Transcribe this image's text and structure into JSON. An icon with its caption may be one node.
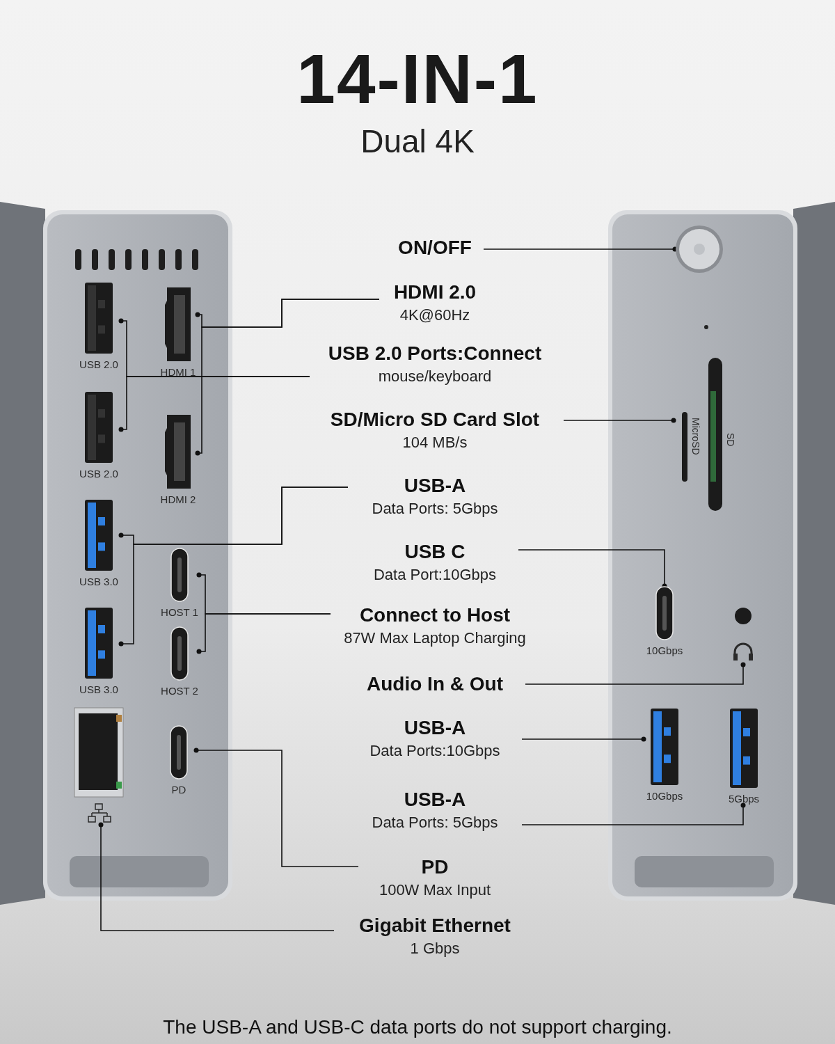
{
  "diagram": {
    "title": "14-IN-1",
    "caption": "The USB-A and USB-C data ports do not support charging.",
    "nodes": [
      {
        "text": [
          "ON/OFF"
        ]
      },
      {
        "text": [
          "HDMI 2.0",
          "4K@60Hz"
        ]
      },
      {
        "text": [
          "USB 2.0 Ports:Connect",
          "mouse/keyboard"
        ]
      },
      {
        "text": [
          "SD/Micro SD Card Slot",
          "104 MB/s"
        ]
      },
      {
        "text": [
          "USB-A",
          "Data Ports: 5Gbps"
        ]
      },
      {
        "text": [
          "USB C",
          "Data Port:10Gbps"
        ]
      },
      {
        "text": [
          "Connect to Host",
          "87W Max Laptop Charging"
        ]
      },
      {
        "text": [
          "Audio In & Out"
        ]
      },
      {
        "text": [
          "USB-A",
          "Data Ports:10Gbps"
        ]
      },
      {
        "text": [
          "USB-A",
          "Data Ports: 5Gbps"
        ]
      },
      {
        "text": [
          "PD",
          "100W Max Input"
        ]
      },
      {
        "text": [
          "Gigabit Ethernet",
          "1 Gbps"
        ]
      },
      {
        "text": [
          "USB 2.0"
        ]
      },
      {
        "text": [
          "HDMI 1"
        ]
      },
      {
        "text": [
          "USB 2.0"
        ]
      },
      {
        "text": [
          "HDMI 2"
        ]
      },
      {
        "text": [
          "USB 3.0"
        ]
      },
      {
        "text": [
          "HOST 1"
        ]
      },
      {
        "text": [
          "USB 3.0"
        ]
      },
      {
        "text": [
          "HOST 2"
        ]
      },
      {
        "text": [],
        "shape": "picture"
      },
      {
        "text": [
          "PD"
        ]
      },
      {
        "text": [],
        "shape": "circle"
      },
      {
        "text": [
          "MicroSD",
          "SD"
        ]
      },
      {
        "text": [
          "10Gbps"
        ]
      },
      {
        "text": [],
        "shape": "picture"
      },
      {
        "text": [
          "10Gbps"
        ]
      },
      {
        "text": [
          "5Gbps"
        ]
      }
    ],
    "edges": [
      {
        "from": 0,
        "to": 22,
        "arrow": "other"
      },
      {
        "from": 1,
        "to": 13,
        "arrow": "other"
      },
      {
        "from": 1,
        "to": 15,
        "arrow": "other"
      },
      {
        "from": 2,
        "to": 12,
        "arrow": "other"
      },
      {
        "from": 2,
        "to": 14,
        "arrow": "other"
      },
      {
        "from": 3,
        "to": 23,
        "arrow": "other"
      },
      {
        "from": 4,
        "to": 16,
        "arrow": "other"
      },
      {
        "from": 4,
        "to": 18,
        "arrow": "other"
      },
      {
        "from": 5,
        "to": 24,
        "arrow": "other"
      },
      {
        "from": 6,
        "to": 17,
        "arrow": "other"
      },
      {
        "from": 6,
        "to": 19,
        "arrow": "other"
      },
      {
        "from": 7,
        "to": 25,
        "arrow": "other"
      },
      {
        "from": 8,
        "to": 26,
        "arrow": "other"
      },
      {
        "from": 9,
        "to": 27,
        "arrow": "other"
      },
      {
        "from": 10,
        "to": 21,
        "arrow": "other"
      },
      {
        "from": 11,
        "to": 20,
        "arrow": "other"
      }
    ],
    "labels": [
      "Dual 4K"
    ]
  }
}
